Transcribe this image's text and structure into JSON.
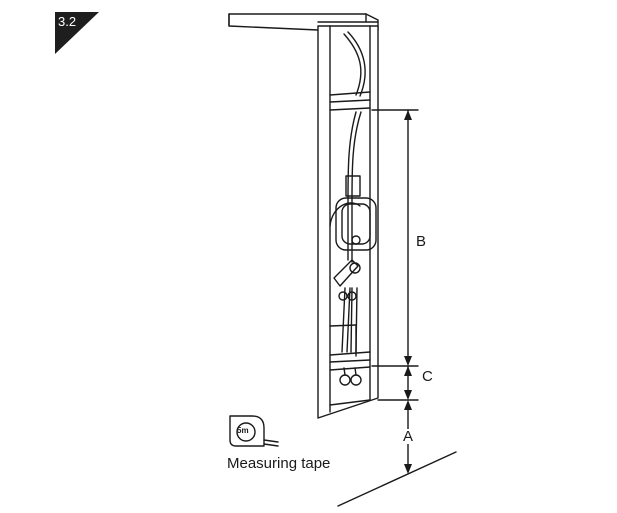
{
  "step_badge": {
    "label": "3.2",
    "bg_color": "#1e1e1e",
    "text_color": "#ffffff"
  },
  "dimensions": {
    "b": "B",
    "c": "C",
    "a": "A"
  },
  "tool": {
    "tape_marking": "5m",
    "caption": "Measuring tape",
    "icon": "measuring-tape-icon"
  },
  "line_color": "#1a1a1a"
}
